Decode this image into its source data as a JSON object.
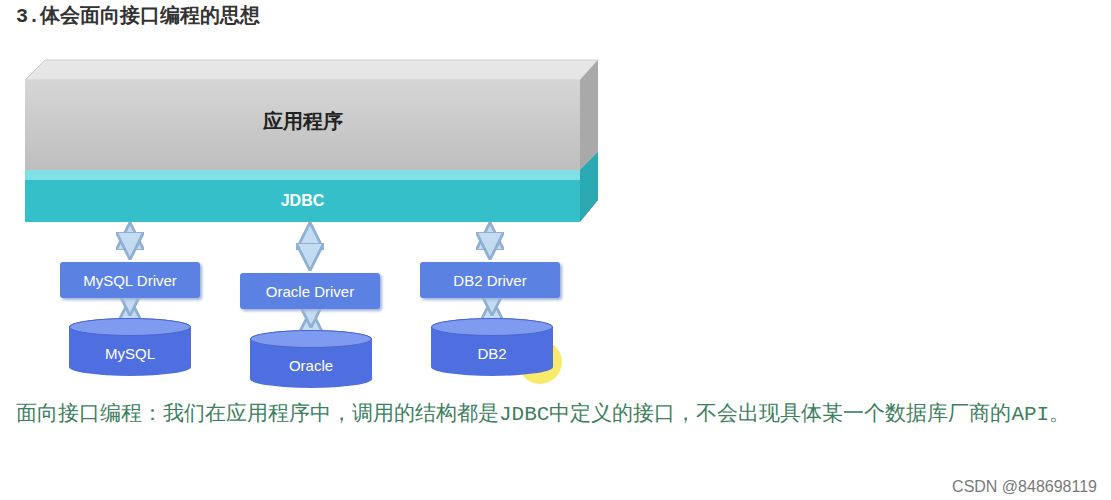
{
  "diagram": {
    "title": "3.体会面向接口编程的思想",
    "caption": "面向接口编程：我们在应用程序中，调用的结构都是JDBC中定义的接口，不会出现具体某一个数据库厂商的API。",
    "nodes": [
      {
        "text": [
          "应用程序"
        ]
      },
      {
        "text": [
          "JDBC"
        ]
      },
      {
        "text": [
          "MySQL Driver"
        ]
      },
      {
        "text": [
          "Oracle Driver"
        ]
      },
      {
        "text": [
          "DB2 Driver"
        ]
      },
      {
        "text": [
          "MySQL"
        ]
      },
      {
        "text": [
          "Oracle"
        ]
      },
      {
        "text": [
          "DB2"
        ]
      }
    ],
    "edges": [
      {
        "from": 1,
        "to": 2,
        "arrow": "both"
      },
      {
        "from": 1,
        "to": 3,
        "arrow": "both"
      },
      {
        "from": 1,
        "to": 4,
        "arrow": "both"
      },
      {
        "from": 2,
        "to": 5,
        "arrow": "both"
      },
      {
        "from": 3,
        "to": 6,
        "arrow": "both"
      },
      {
        "from": 4,
        "to": 7,
        "arrow": "both"
      }
    ],
    "labels": [
      "CSDN @848698119"
    ]
  }
}
